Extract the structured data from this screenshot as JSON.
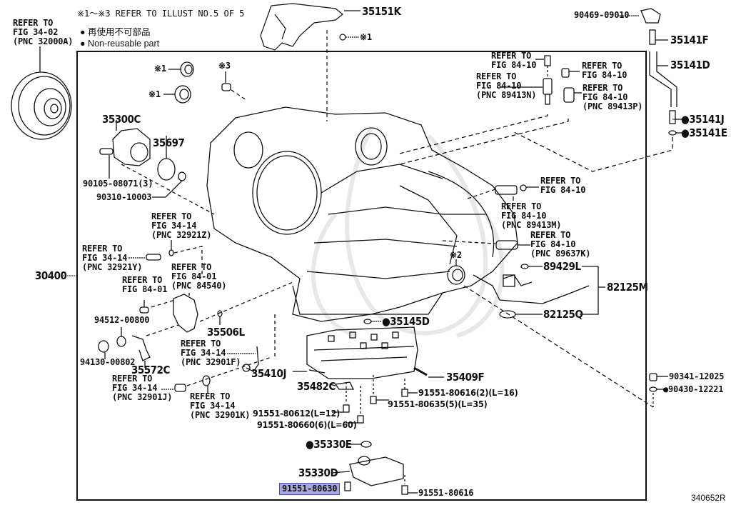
{
  "header": {
    "note_range": "※1～※3 REFER TO ILLUST NO.5 OF 5",
    "legend_jp": "再使用不可部品",
    "legend_en": "Non-reusable part",
    "legend_marker": "●"
  },
  "illustration_id": "340652R",
  "highlighted_part": "91551-80630",
  "colors": {
    "highlight_fill": "#a9a9e0",
    "highlight_border": "#4a4ab0",
    "line": "#111111"
  },
  "labels": {
    "torque_ref": "REFER TO\nFIG 34-02\n(PNC 32000A)",
    "p35151k": "35151K",
    "star1_top": "※1",
    "star1_a": "※1",
    "star1_b": "※1",
    "star3": "※3",
    "star2": "※2",
    "p90469": "90469-09010",
    "p35141f": "35141F",
    "p35141d": "35141D",
    "p35141j": "●35141J",
    "p35141e": "●35141E",
    "ref_8410_a": "REFER TO\nFIG 84-10",
    "ref_89413n": "REFER TO\nFIG 84-10\n(PNC 89413N)",
    "ref_8410_b": "REFER TO\nFIG 84-10",
    "ref_89413p": "REFER TO\nFIG 84-10\n(PNC 89413P)",
    "p35300c": "35300C",
    "p35697": "35697",
    "p90105": "90105-08071(3)",
    "p90310": "90310-10003",
    "ref_32921z": "REFER TO\nFIG 34-14\n(PNC 32921Z)",
    "ref_32921y": "REFER TO\nFIG 34-14\n(PNC 32921Y)",
    "p30400": "30400",
    "ref_8401": "REFER TO\nFIG 84-01",
    "ref_84540": "REFER TO\nFIG 84-01\n(PNC 84540)",
    "p94512": "94512-00800",
    "p35506l": "35506L",
    "p94130": "94130-00802",
    "p35572c": "35572C",
    "ref_32901f": "REFER TO\nFIG 34-14\n(PNC 32901F)",
    "ref_32901j": "REFER TO\nFIG 34-14\n(PNC 32901J)",
    "ref_32901k": "REFER TO\nFIG 34-14\n(PNC 32901K)",
    "ref_8410_c": "REFER TO\nFIG 84-10",
    "ref_89413m": "REFER TO\nFIG 84-10\n(PNC 89413M)",
    "ref_89637k": "REFER TO\nFIG 84-10\n(PNC 89637K)",
    "p89429l": "89429L",
    "p82125m": "82125M",
    "p82125q": "82125Q",
    "p35145d": "●35145D",
    "p35410j": "35410J",
    "p35409f": "35409F",
    "p35482c": "35482C",
    "p91551_80616_2": "91551-80616(2)(L=16)",
    "p91551_80635": "91551-80635(5)(L=35)",
    "p91551_80612": "91551-80612(L=12)",
    "p91551_80660": "91551-80660(6)(L=60)",
    "p35330e": "●35330E",
    "p35330d": "35330D",
    "p91551_80630": "91551-80630",
    "p91551_80616": "91551-80616",
    "p90341": "90341-12025",
    "p90430": "●90430-12221"
  }
}
